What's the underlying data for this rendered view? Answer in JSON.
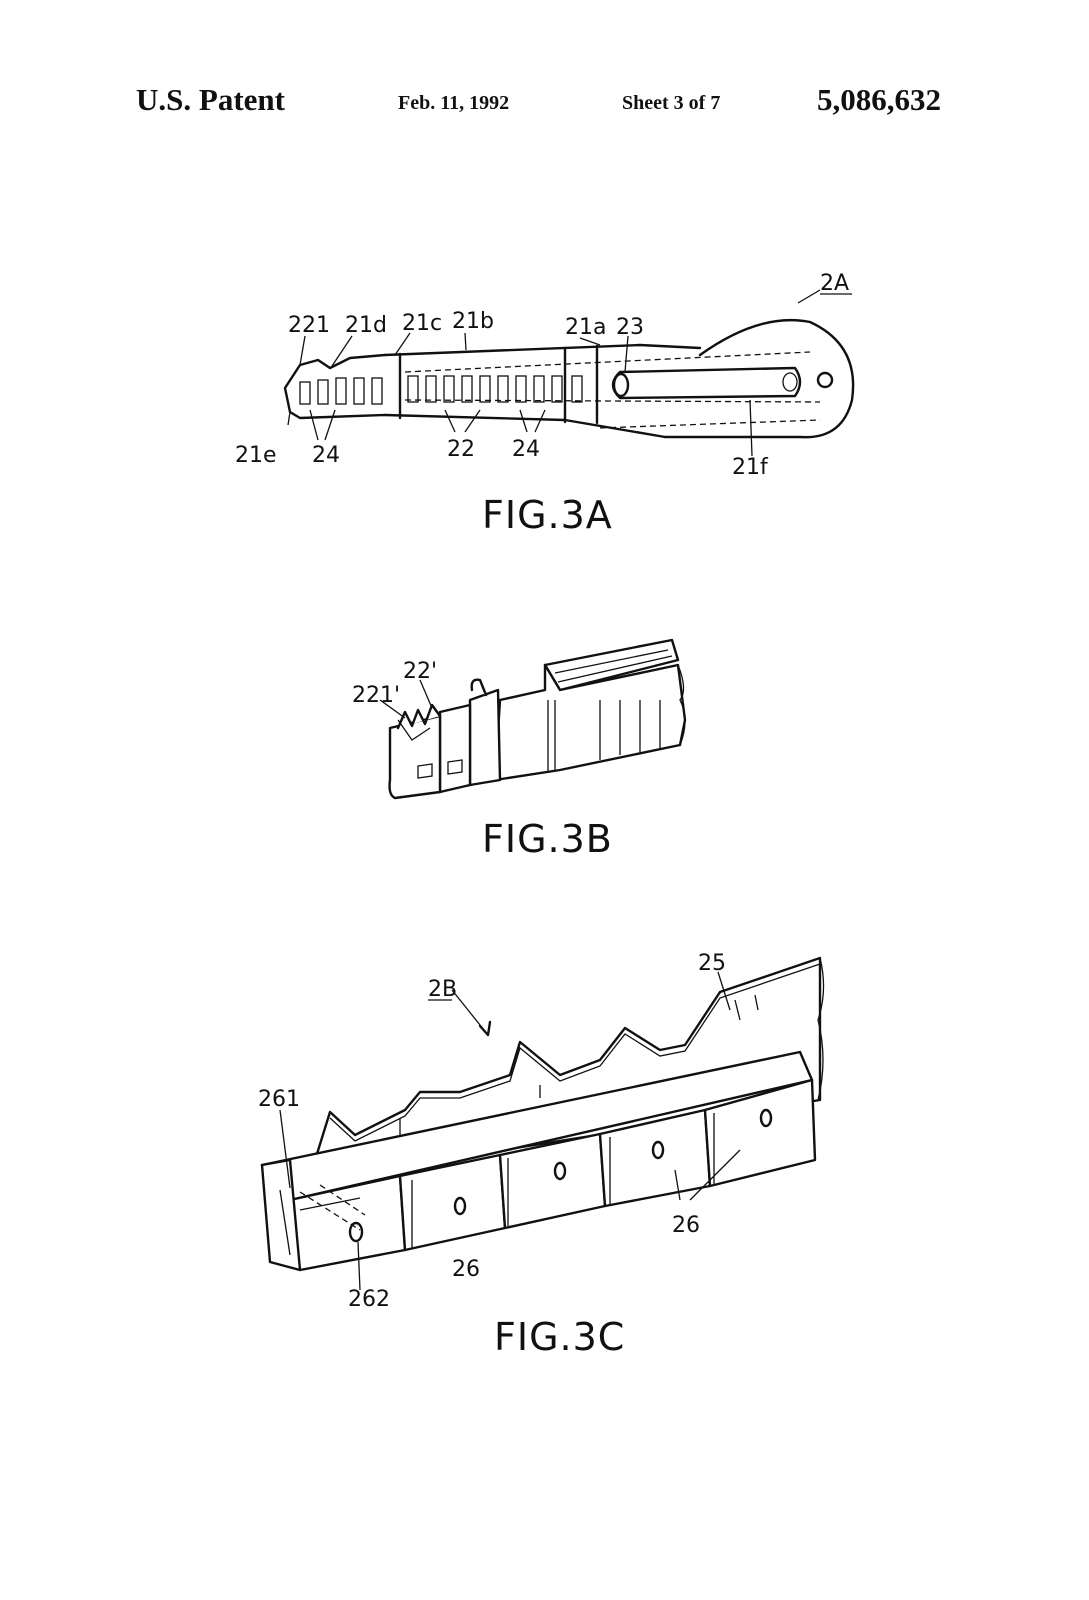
{
  "header": {
    "title": "U.S. Patent",
    "date": "Feb. 11, 1992",
    "sheet": "Sheet 3 of 7",
    "patent_number": "5,086,632"
  },
  "fig3a": {
    "caption": "FIG.3A",
    "labels": {
      "l_2a": "2A",
      "l_221": "221",
      "l_21d": "21d",
      "l_21c": "21c",
      "l_21b": "21b",
      "l_21a": "21a",
      "l_23": "23",
      "l_21e": "21e",
      "l_24a": "24",
      "l_22": "22",
      "l_24b": "24",
      "l_21f": "21f"
    }
  },
  "fig3b": {
    "caption": "FIG.3B",
    "labels": {
      "l_221p": "221'",
      "l_22p": "22'"
    }
  },
  "fig3c": {
    "caption": "FIG.3C",
    "labels": {
      "l_2b": "2B",
      "l_25": "25",
      "l_261": "261",
      "l_262": "262",
      "l_26a": "26",
      "l_26b": "26"
    }
  }
}
